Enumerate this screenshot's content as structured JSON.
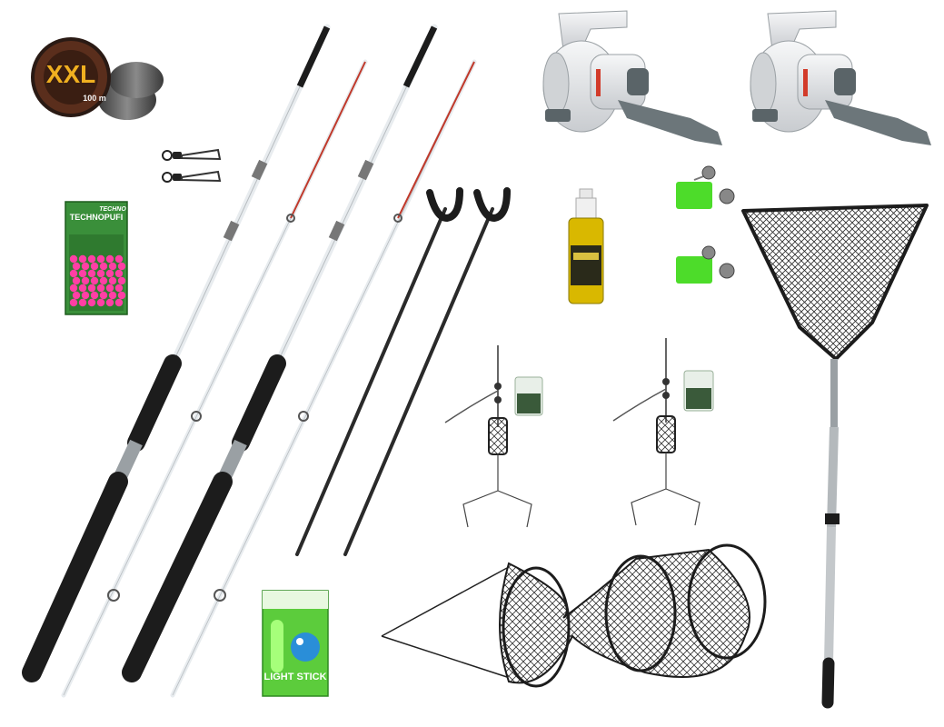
{
  "scene": {
    "background": "#ffffff",
    "colors": {
      "rod_blank": "#e8ecef",
      "rod_grip": "#1c1c1c",
      "rod_tip": "#c0392b",
      "reel_body": "#e4e6e8",
      "reel_handle": "#5a6468",
      "net_mesh": "#2a2a2a",
      "bait_green": "#3a8f3a",
      "bead_pink": "#ff3fa4",
      "bell_green": "#4ddc2a",
      "spray_liquid": "#d9b800",
      "lightstick_green": "#5ccc3c"
    }
  },
  "line_spool": {
    "brand": "XXL",
    "length_label": "100 m"
  },
  "boilie_pack": {
    "brand": "TECHNO",
    "product": "TECHNOPUFI"
  },
  "light_stick": {
    "label": "LIGHT STICK"
  }
}
